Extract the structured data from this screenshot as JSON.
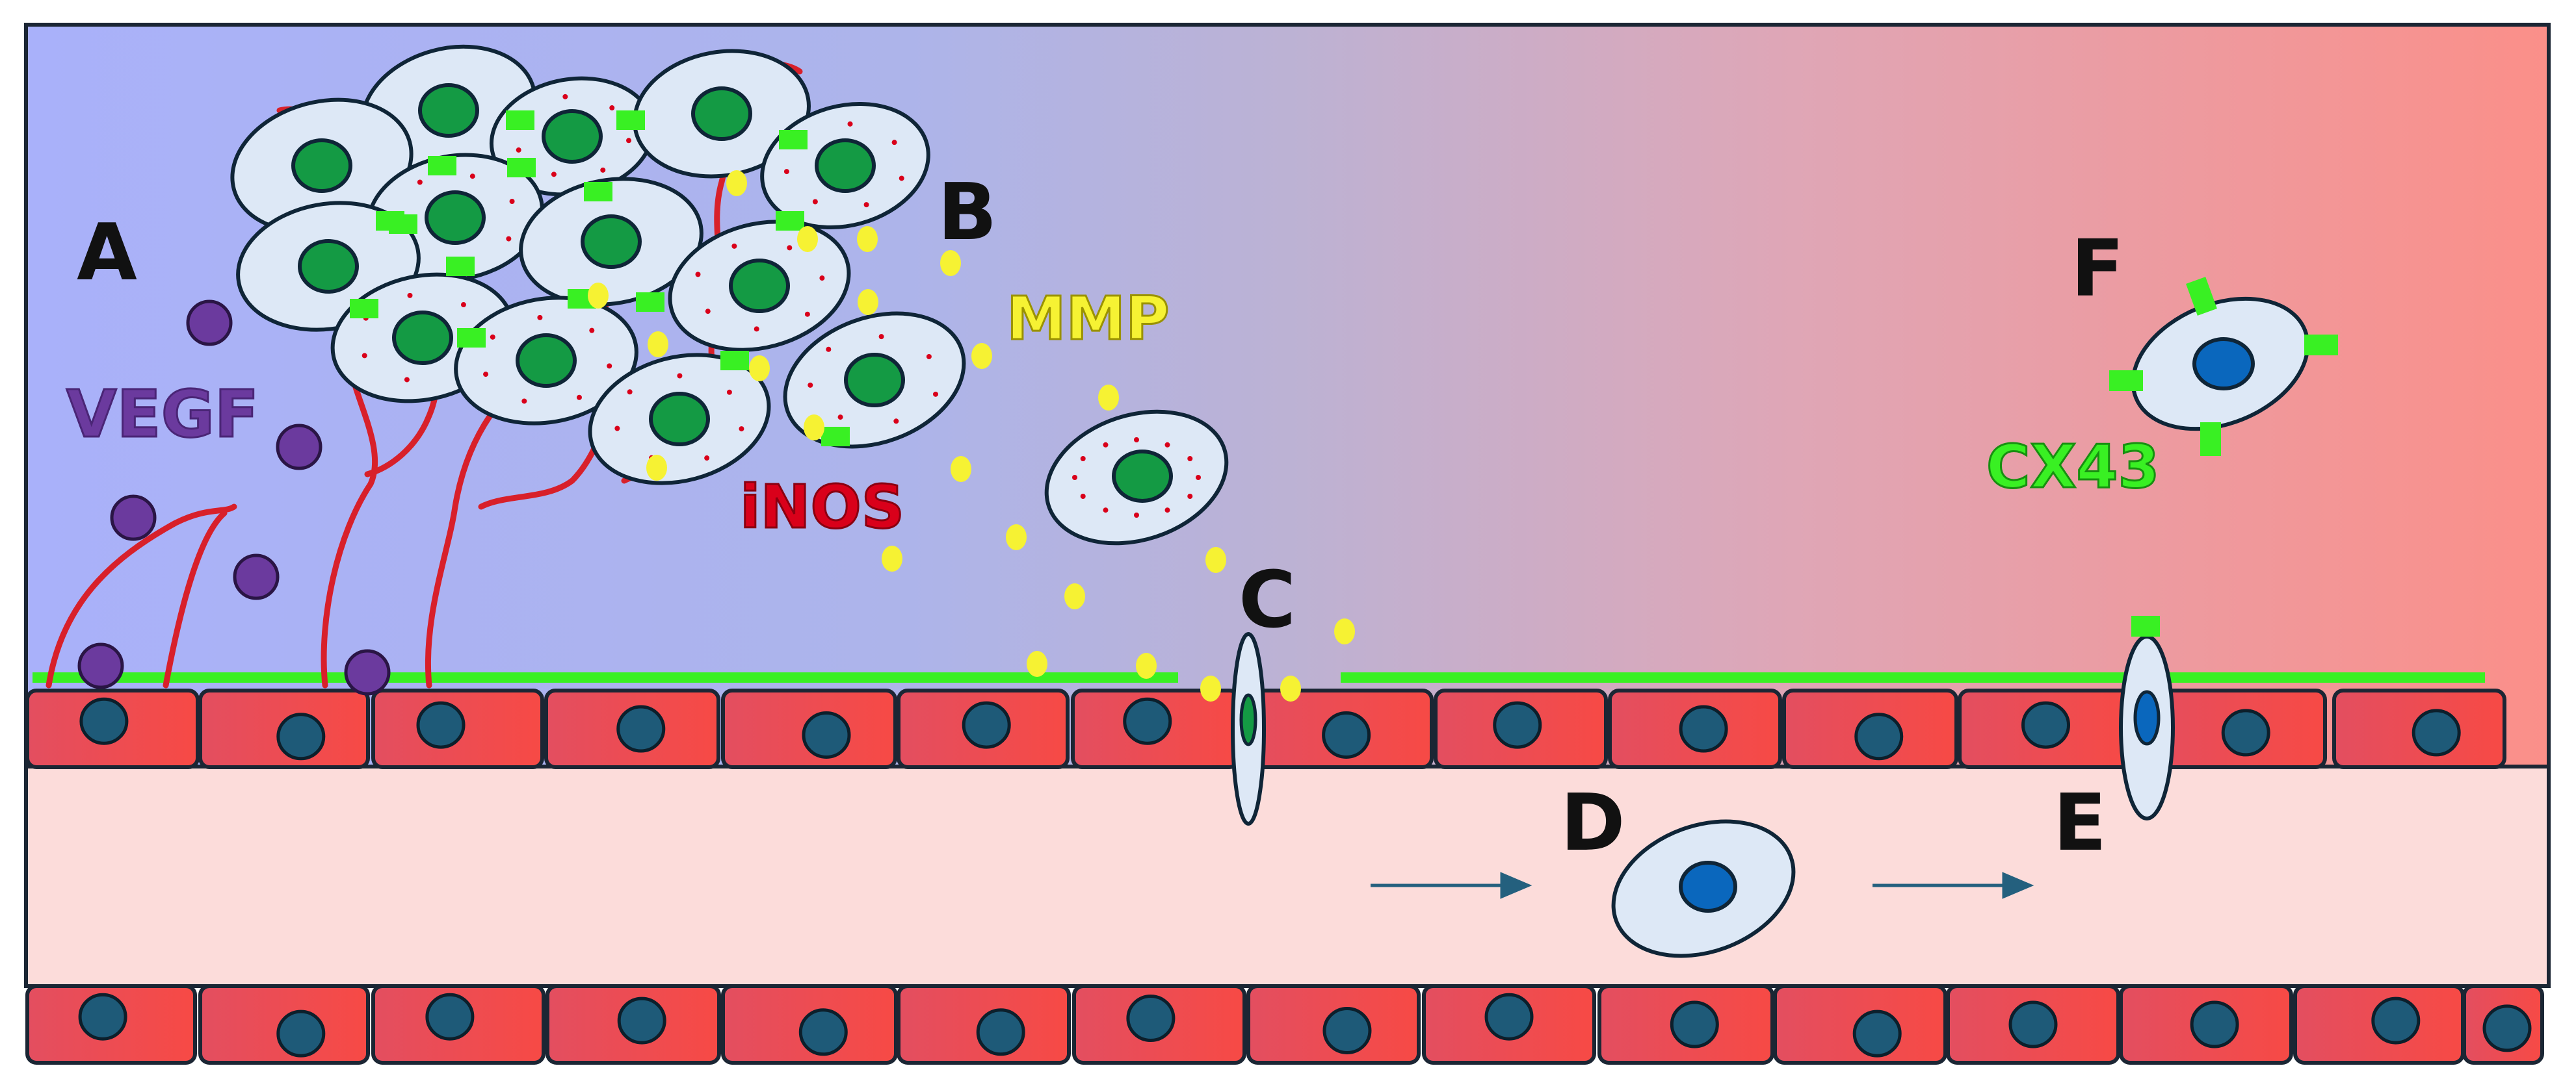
{
  "labels": {
    "a": "A",
    "b": "B",
    "c": "C",
    "d": "D",
    "e": "E",
    "f": "F",
    "vegf": "VEGF",
    "mmp": "MMP",
    "inos": "iNOS",
    "cx43": "CX43"
  },
  "colors": {
    "bg_left": "#a9b1fa",
    "bg_mid": "#b9b4dc",
    "bg_right": "#fb8f89",
    "lumen": "#fcdcda",
    "endothelial": "#e8505f",
    "endothelial_right": "#f0504a",
    "nucleus_dark": "#1e5a78",
    "tumor_cell": "#dde8f6",
    "tumor_nucleus": "#149a44",
    "immune_nucleus": "#0a67bd",
    "vegf": "#6b3a9e",
    "mmp": "#f6f233",
    "inos": "#d9001a",
    "cx43": "#39f023",
    "vessel_line": "#d8202a",
    "flow_arrow": "#24607e"
  },
  "icons": {
    "flow": "right-arrow-icon",
    "gap_junction": "cx43-connexon-icon",
    "vegf": "vegf-molecule-icon",
    "mmp": "mmp-dot-icon"
  }
}
